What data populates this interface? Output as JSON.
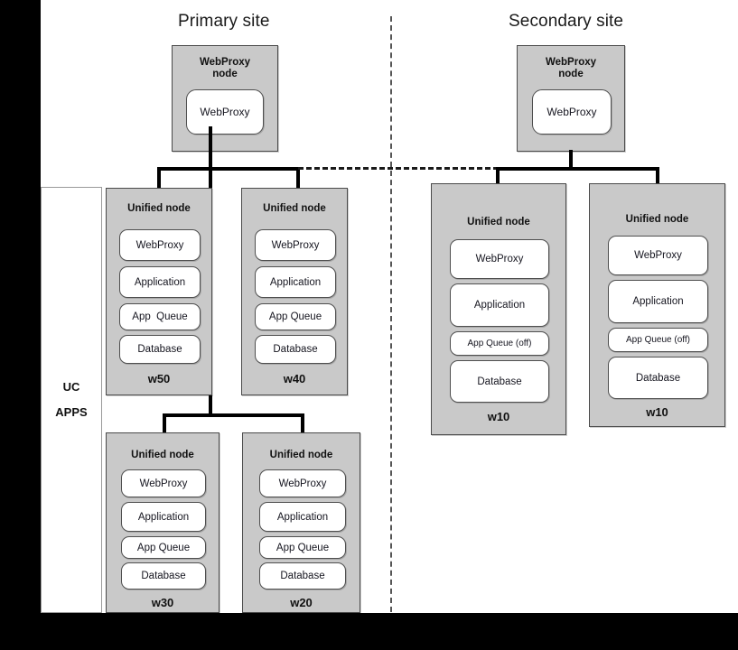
{
  "diagram": {
    "title_primary": "Primary site",
    "title_secondary": "Secondary site",
    "uc_apps": {
      "line1": "UC",
      "line2": "APPS"
    },
    "colors": {
      "node_fill": "#c9c9c9",
      "node_border": "#4a4a4a",
      "service_fill": "#ffffff",
      "service_border": "#4f4f4f",
      "wire": "#000000",
      "divider": "#555555",
      "frame": "#000000"
    },
    "labels": {
      "webproxy_node": "WebProxy\nnode",
      "unified_node": "Unified node",
      "webproxy": "WebProxy",
      "application": "Application",
      "app_queue": "App Queue",
      "app_queue_wide": "App  Queue",
      "app_queue_off": "App Queue (off)",
      "database": "Database"
    },
    "primary": {
      "webproxy_node": {
        "title": "WebProxy\nnode",
        "service": "WebProxy"
      },
      "nodes": [
        {
          "id": "w50",
          "title": "Unified node",
          "footer": "w50",
          "services": [
            "WebProxy",
            "Application",
            "App  Queue",
            "Database"
          ]
        },
        {
          "id": "w40",
          "title": "Unified node",
          "footer": "w40",
          "services": [
            "WebProxy",
            "Application",
            "App Queue",
            "Database"
          ]
        },
        {
          "id": "w30",
          "title": "Unified node",
          "footer": "w30",
          "services": [
            "WebProxy",
            "Application",
            "App Queue",
            "Database"
          ]
        },
        {
          "id": "w20",
          "title": "Unified node",
          "footer": "w20",
          "services": [
            "WebProxy",
            "Application",
            "App Queue",
            "Database"
          ]
        }
      ]
    },
    "secondary": {
      "webproxy_node": {
        "title": "WebProxy\nnode",
        "service": "WebProxy"
      },
      "nodes": [
        {
          "id": "w10-left",
          "title": "Unified node",
          "footer": "w10",
          "services": [
            "WebProxy",
            "Application",
            "App Queue (off)",
            "Database"
          ]
        },
        {
          "id": "w10-right",
          "title": "Unified node",
          "footer": "w10",
          "services": [
            "WebProxy",
            "Application",
            "App Queue (off)",
            "Database"
          ]
        }
      ]
    }
  }
}
